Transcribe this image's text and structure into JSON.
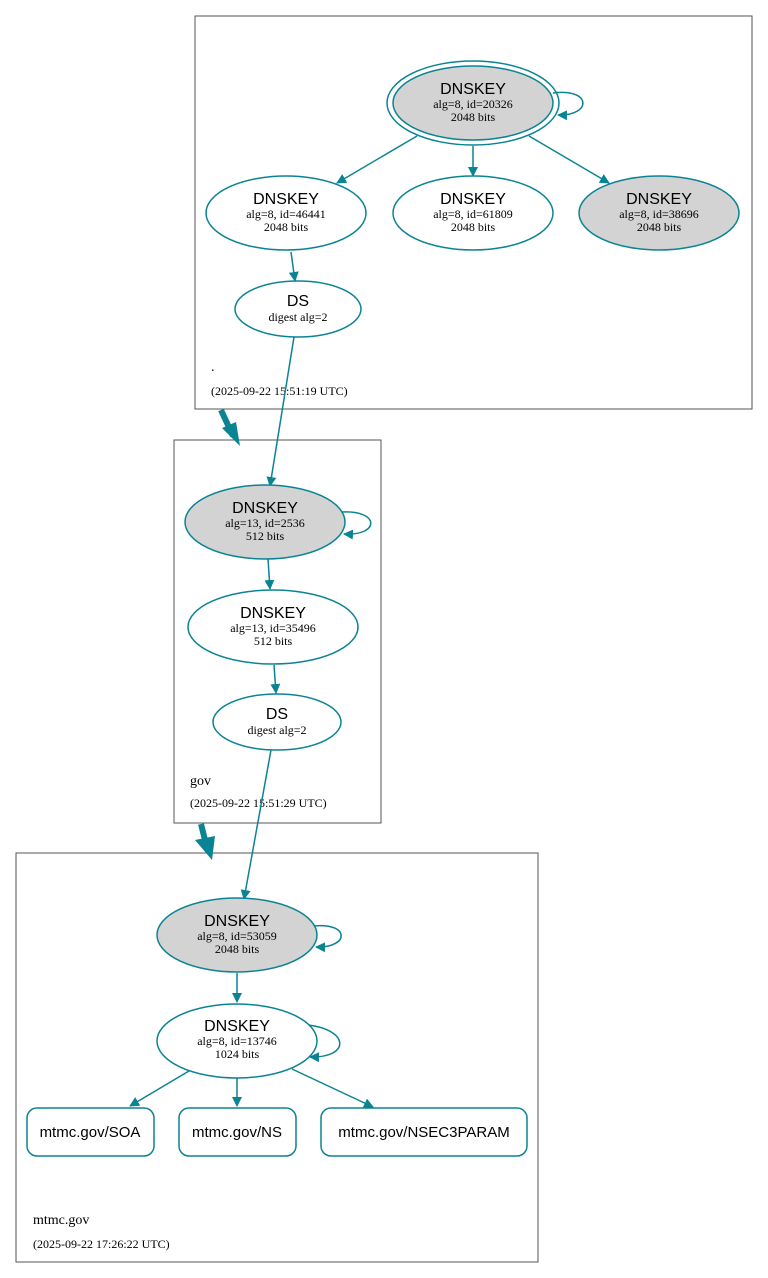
{
  "colors": {
    "edge": "#0a8493",
    "fill_grey": "#d3d3d3",
    "fill_white": "#ffffff",
    "zone_border": "#555555"
  },
  "zones": {
    "root": {
      "label": ".",
      "timestamp": "(2025-09-22 15:51:19 UTC)"
    },
    "gov": {
      "label": "gov",
      "timestamp": "(2025-09-22 15:51:29 UTC)"
    },
    "mtmc": {
      "label": "mtmc.gov",
      "timestamp": "(2025-09-22 17:26:22 UTC)"
    }
  },
  "nodes": {
    "root_ksk": {
      "title": "DNSKEY",
      "l1": "alg=8, id=20326",
      "l2": "2048 bits"
    },
    "root_zsk1": {
      "title": "DNSKEY",
      "l1": "alg=8, id=46441",
      "l2": "2048 bits"
    },
    "root_zsk2": {
      "title": "DNSKEY",
      "l1": "alg=8, id=61809",
      "l2": "2048 bits"
    },
    "root_zsk3": {
      "title": "DNSKEY",
      "l1": "alg=8, id=38696",
      "l2": "2048 bits"
    },
    "root_ds": {
      "title": "DS",
      "l1": "digest alg=2"
    },
    "gov_ksk": {
      "title": "DNSKEY",
      "l1": "alg=13, id=2536",
      "l2": "512 bits"
    },
    "gov_zsk": {
      "title": "DNSKEY",
      "l1": "alg=13, id=35496",
      "l2": "512 bits"
    },
    "gov_ds": {
      "title": "DS",
      "l1": "digest alg=2"
    },
    "mtmc_ksk": {
      "title": "DNSKEY",
      "l1": "alg=8, id=53059",
      "l2": "2048 bits"
    },
    "mtmc_zsk": {
      "title": "DNSKEY",
      "l1": "alg=8, id=13746",
      "l2": "1024 bits"
    }
  },
  "records": {
    "soa": "mtmc.gov/SOA",
    "ns": "mtmc.gov/NS",
    "nsec3param": "mtmc.gov/NSEC3PARAM"
  }
}
